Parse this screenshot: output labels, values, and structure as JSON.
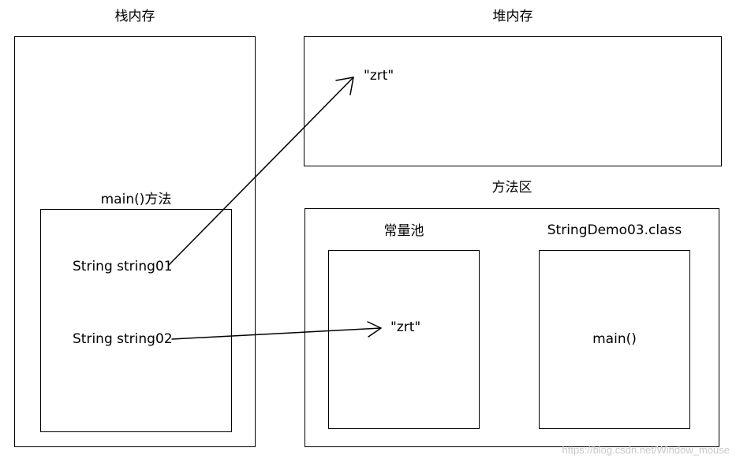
{
  "stack": {
    "title": "栈内存",
    "main_method": {
      "title": "main()方法",
      "var1": "String string01",
      "var2": "String string02"
    }
  },
  "heap": {
    "title": "堆内存",
    "object": "\"zrt\""
  },
  "method_area": {
    "title": "方法区",
    "constant_pool": {
      "title": "常量池",
      "literal": "\"zrt\""
    },
    "class_area": {
      "title": "StringDemo03.class",
      "method": "main()"
    }
  },
  "watermark": "https://blog.csdn.net/Window_mouse"
}
